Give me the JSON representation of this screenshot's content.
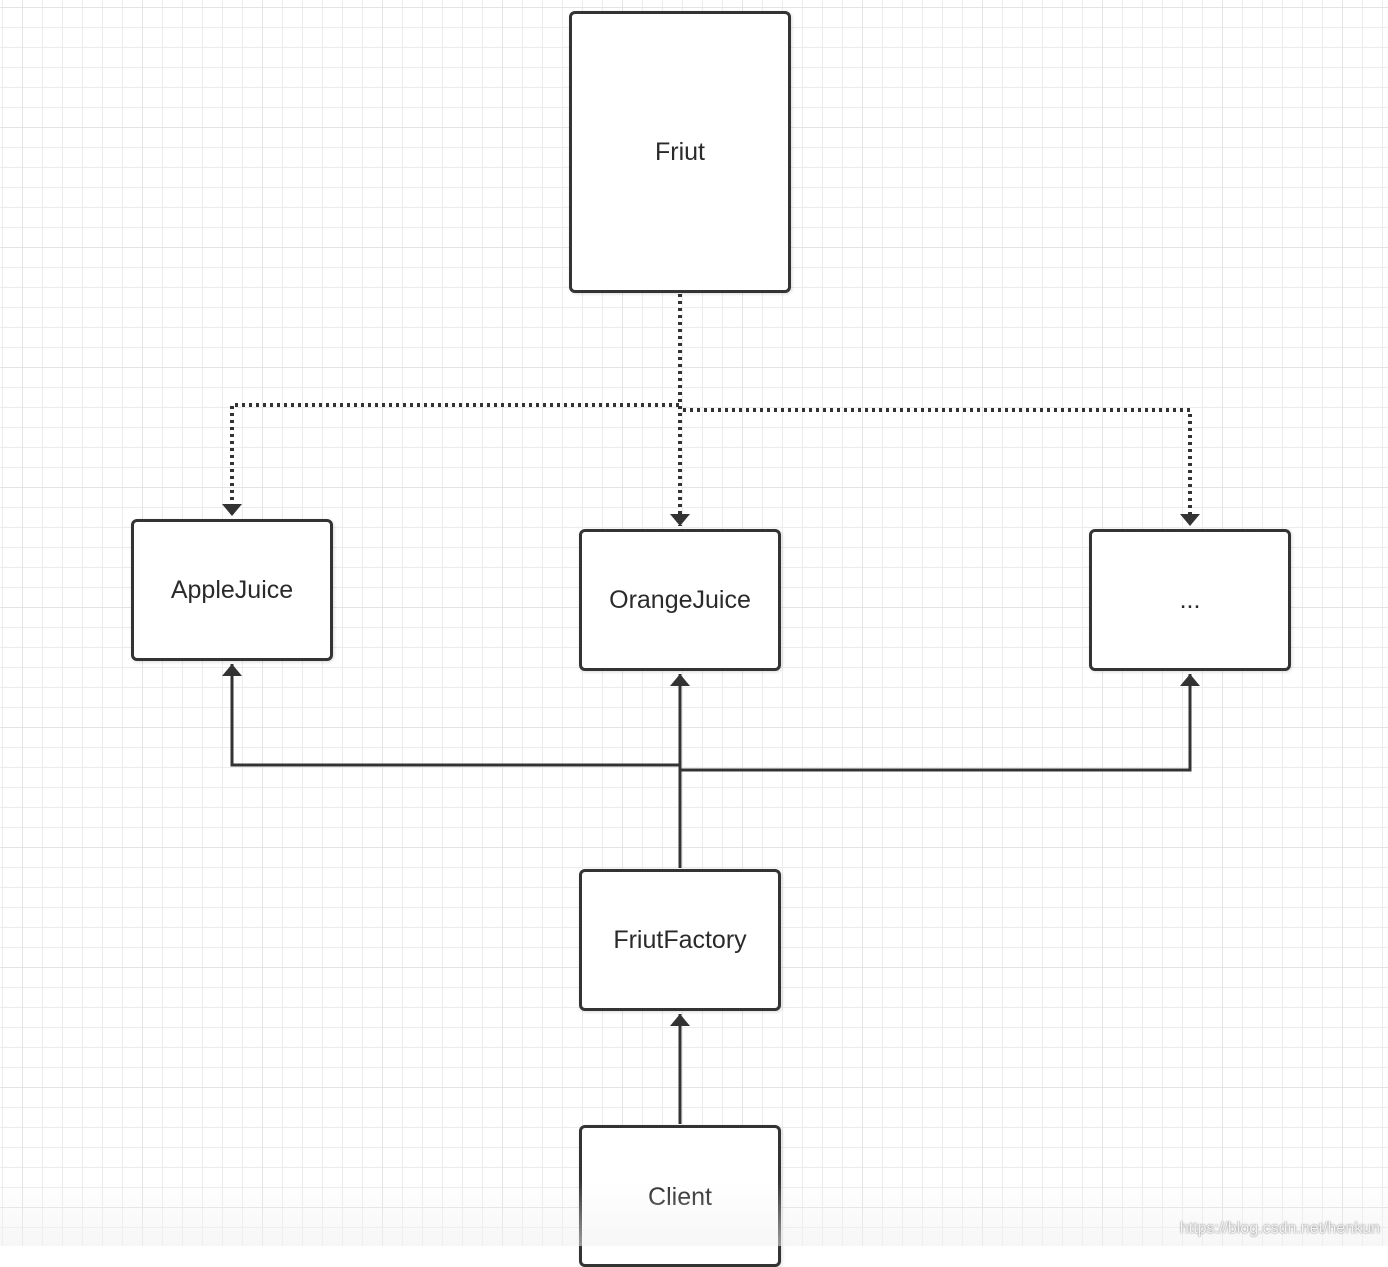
{
  "nodes": {
    "friut": "Friut",
    "applejuice": "AppleJuice",
    "orangejuice": "OrangeJuice",
    "more": "...",
    "friutfactory": "FriutFactory",
    "client": "Client"
  },
  "edges": [
    {
      "from": "friut",
      "to": "applejuice",
      "style": "dotted"
    },
    {
      "from": "friut",
      "to": "orangejuice",
      "style": "dotted"
    },
    {
      "from": "friut",
      "to": "more",
      "style": "dotted"
    },
    {
      "from": "friutfactory",
      "to": "applejuice",
      "style": "solid"
    },
    {
      "from": "friutfactory",
      "to": "orangejuice",
      "style": "solid"
    },
    {
      "from": "friutfactory",
      "to": "more",
      "style": "solid"
    },
    {
      "from": "client",
      "to": "friutfactory",
      "style": "solid"
    }
  ],
  "watermark": "https://blog.csdn.net/henkun",
  "colors": {
    "stroke": "#333333",
    "grid": "#e4e4e4",
    "background": "#ffffff"
  }
}
